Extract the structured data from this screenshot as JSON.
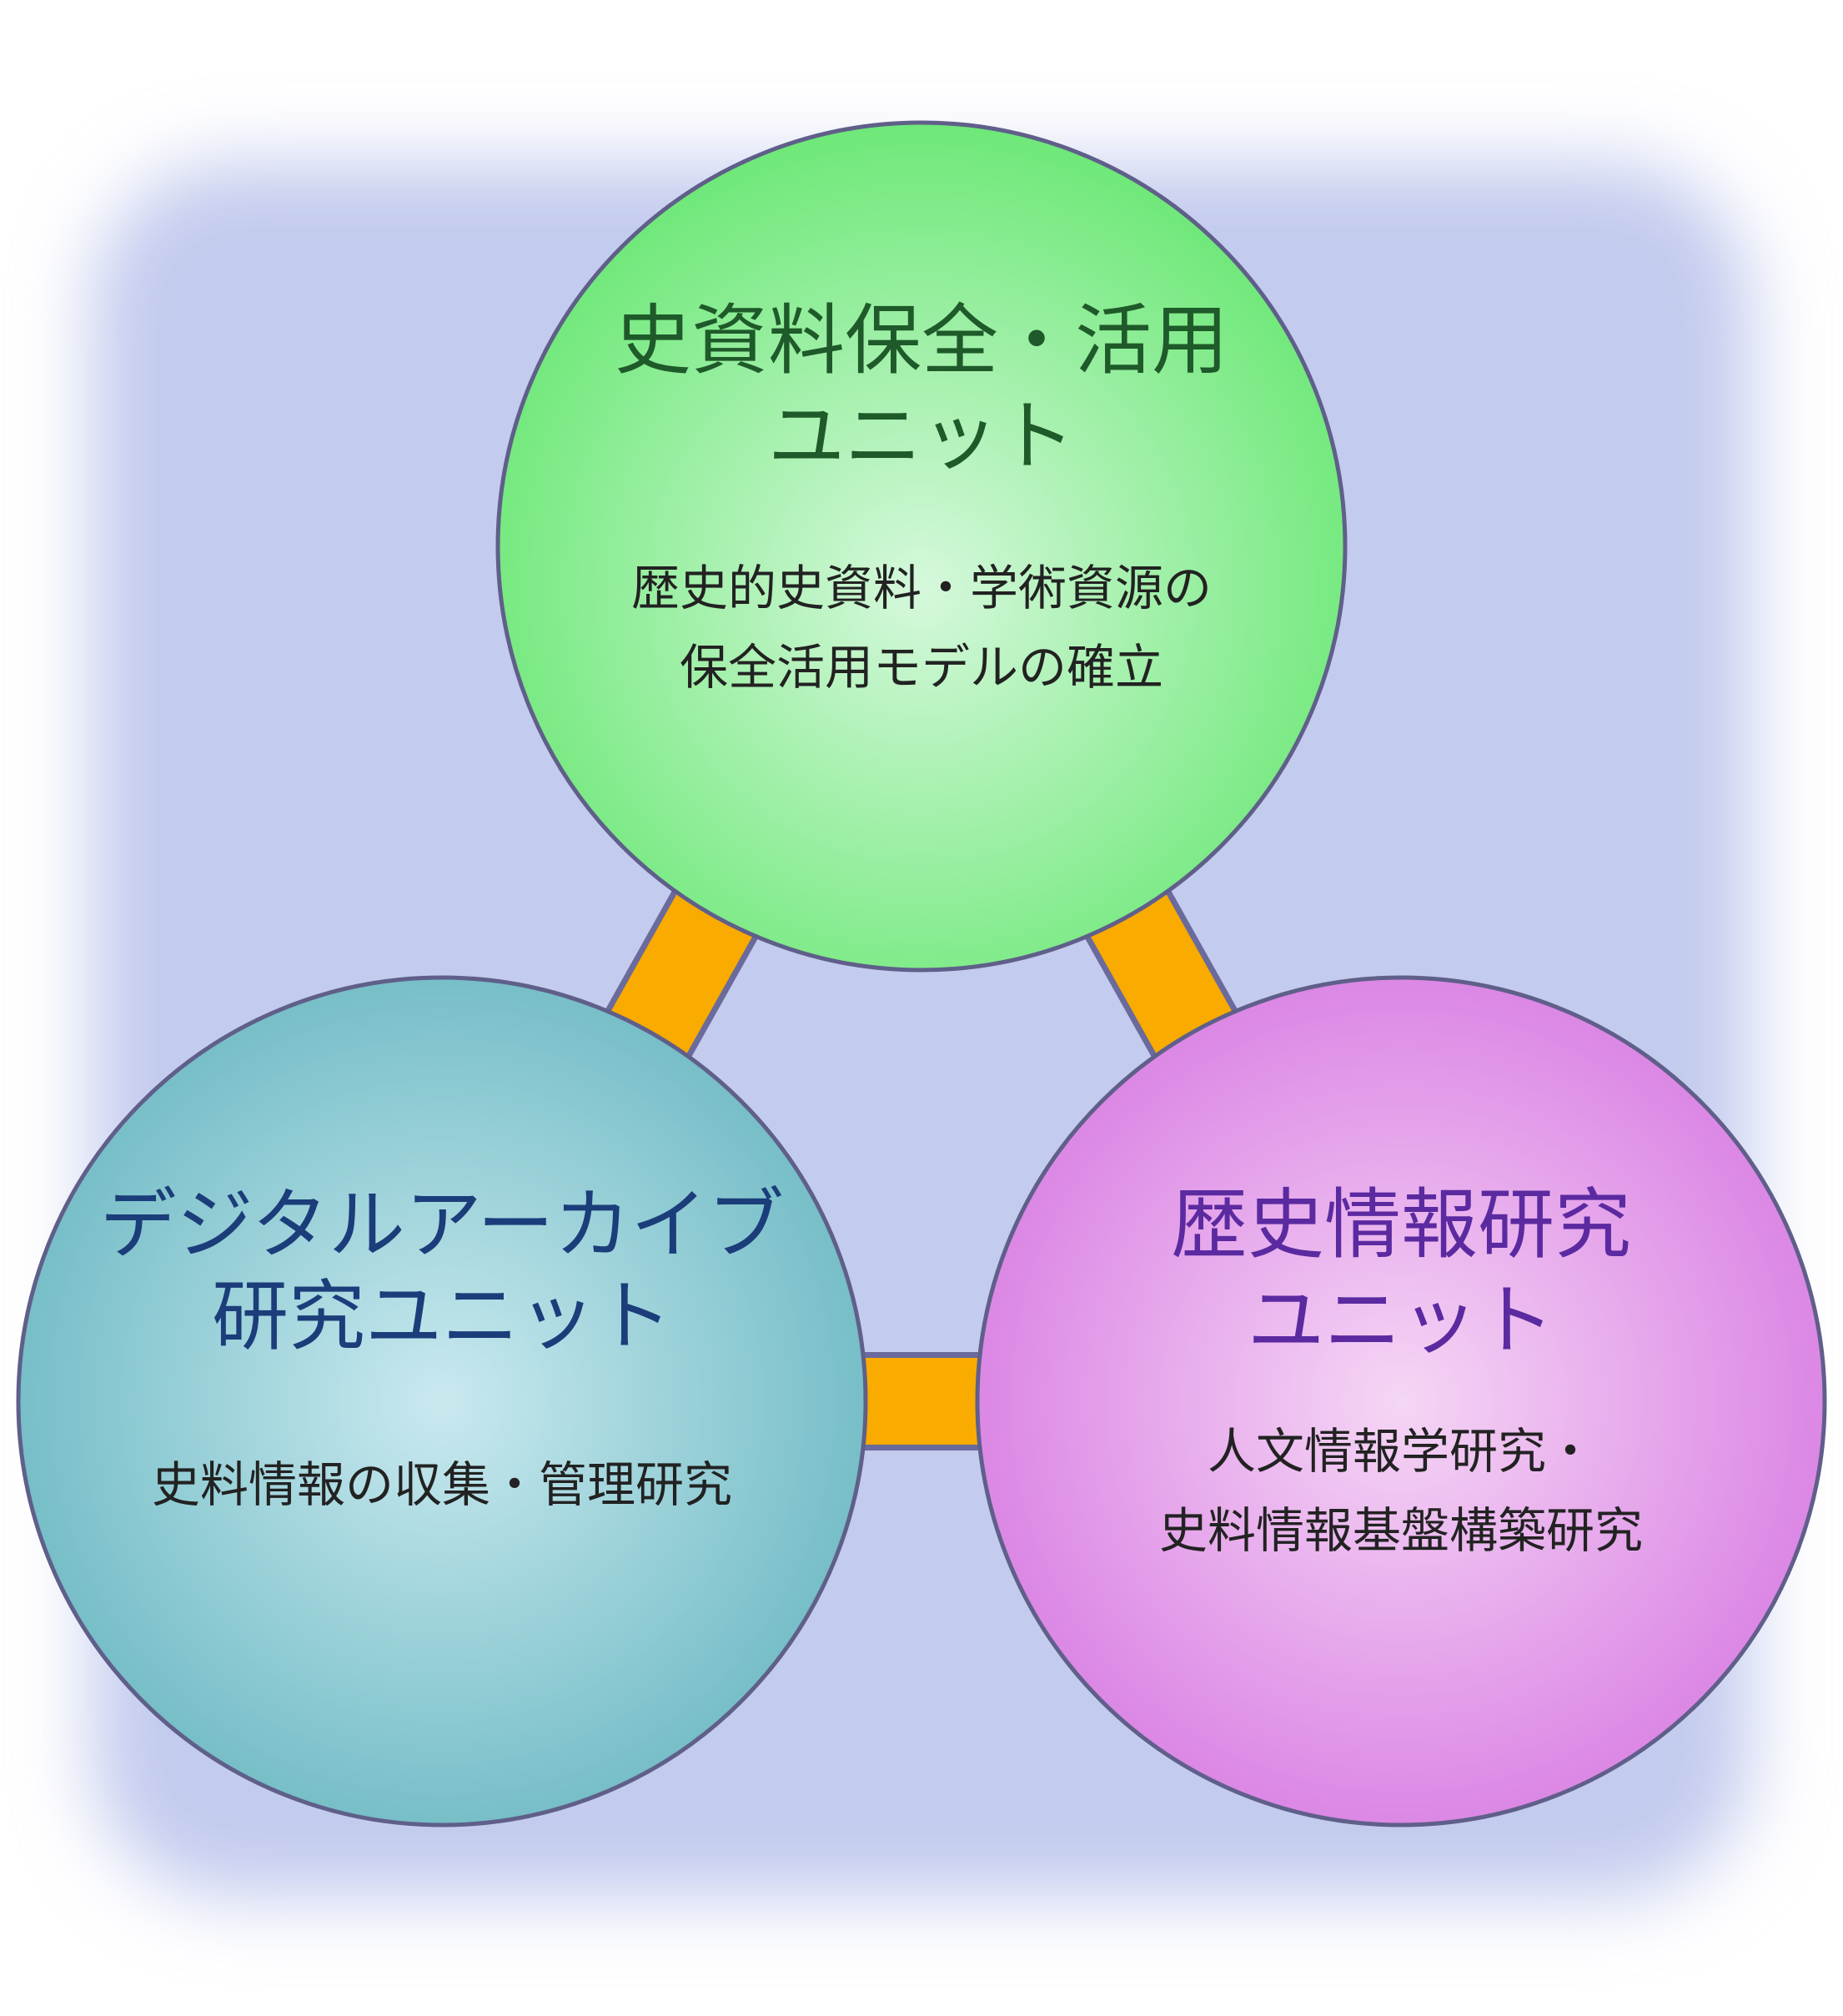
{
  "diagram": {
    "colors": {
      "background_panel": "#c3cbee",
      "connector": "#f9ab00",
      "connector_outline": "#6a6a9c",
      "circle_outline": "#5f5f8a"
    },
    "units": [
      {
        "id": "preservation",
        "title_lines": [
          "史資料保全・活用",
          "ユニット"
        ],
        "desc_lines": [
          "歴史的史資料・学術資源の",
          "保全活用モデルの確立"
        ],
        "fill_center": "#d6f8dc",
        "fill_edge": "#6ee878",
        "title_color": "#1f5a2a",
        "desc_color": "#222222"
      },
      {
        "id": "digital-archive",
        "title_lines": [
          "デジタルアーカイブ",
          "研究ユニット"
        ],
        "desc_lines": [
          "史料情報の収集・管理研究"
        ],
        "fill_center": "#c9e9ef",
        "fill_edge": "#6fbac4",
        "title_color": "#1b3d7a",
        "desc_color": "#222222"
      },
      {
        "id": "historical-informatics",
        "title_lines": [
          "歴史情報研究",
          "ユニット"
        ],
        "desc_lines": [
          "人文情報学研究・",
          "史料情報基盤構築研究"
        ],
        "fill_center": "#f5d6f5",
        "fill_edge": "#d97fe3",
        "title_color": "#5b2aa0",
        "desc_color": "#222222"
      }
    ],
    "connectors": [
      {
        "id": "connector-top-left",
        "from": "preservation",
        "to": "digital-archive"
      },
      {
        "id": "connector-top-right",
        "from": "preservation",
        "to": "historical-informatics"
      },
      {
        "id": "connector-bottom",
        "from": "digital-archive",
        "to": "historical-informatics"
      }
    ]
  }
}
